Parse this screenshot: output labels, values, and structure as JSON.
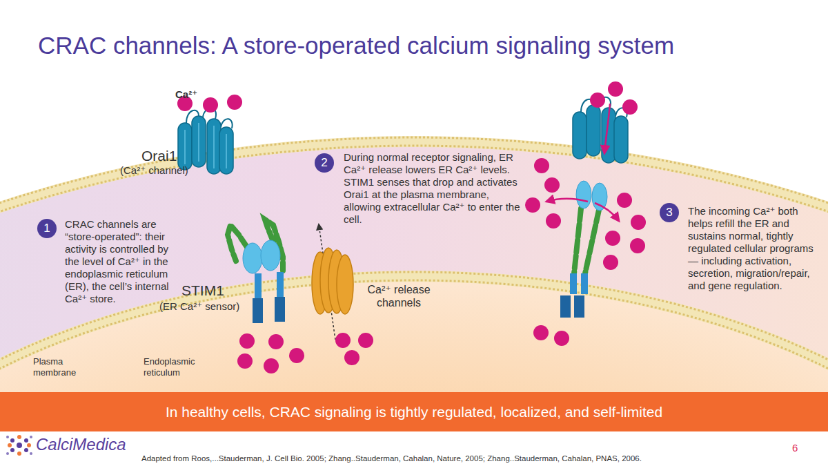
{
  "diagram": {
    "title": "CRAC channels: A store-operated calcium signaling system",
    "caption": "Adapted from Roos,...Stauderman, J. Cell Bio. 2005;  Zhang..Stauderman, Cahalan, Nature, 2005;  Zhang..Stauderman, Cahalan, PNAS, 2006.",
    "nodes": [
      {
        "text": [
          "In healthy cells, CRAC signaling is tightly regulated, localized, and self-limited"
        ]
      }
    ],
    "labels": [
      "Ca²⁺",
      "Orai1",
      "(Ca²⁺ channel)",
      "2",
      "During normal receptor signaling, ER Ca²⁺ release lowers ER Ca²⁺ levels. STIM1 senses that drop and activates Orai1 at the plasma membrane, allowing extracellular Ca²⁺ to enter the cell.",
      "3",
      "The incoming Ca²⁺ both helps refill the ER and sustains normal, tightly regulated cellular programs — including activation, secretion, migration/repair, and gene regulation.",
      "1",
      "CRAC channels are “store-operated”: their activity is controlled by the level of Ca²⁺ in the endoplasmic reticulum (ER), the cell’s internal Ca²⁺ store.",
      "STIM1",
      "(ER Ca²⁺ sensor)",
      "Ca²⁺ release channels",
      "Plasma membrane",
      "Endoplasmic reticulum",
      "CalciMedica",
      "6"
    ]
  }
}
